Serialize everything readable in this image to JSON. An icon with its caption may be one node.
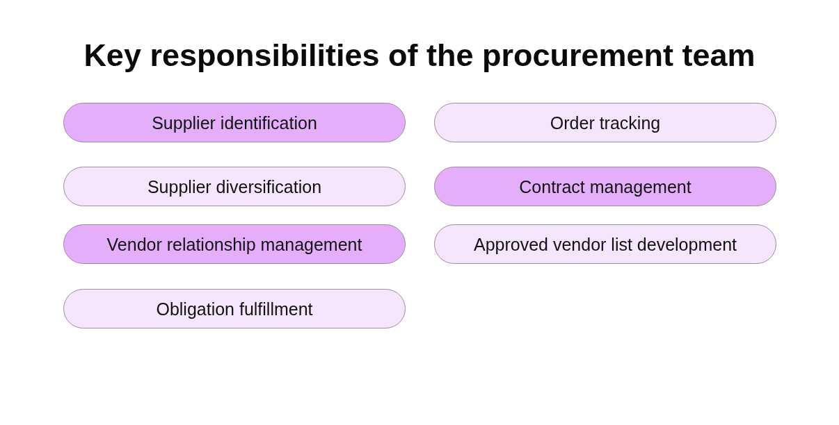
{
  "diagram": {
    "title": "Key responsibilities of the procurement team",
    "nodes": [
      {
        "text": [
          "Supplier identification"
        ]
      },
      {
        "text": [
          "Order tracking"
        ]
      },
      {
        "text": [
          "Supplier diversification"
        ]
      },
      {
        "text": [
          "Contract management"
        ]
      },
      {
        "text": [
          "Vendor relationship management"
        ]
      },
      {
        "text": [
          "Approved vendor list development"
        ]
      },
      {
        "text": [
          "Obligation fulfillment"
        ]
      }
    ]
  }
}
